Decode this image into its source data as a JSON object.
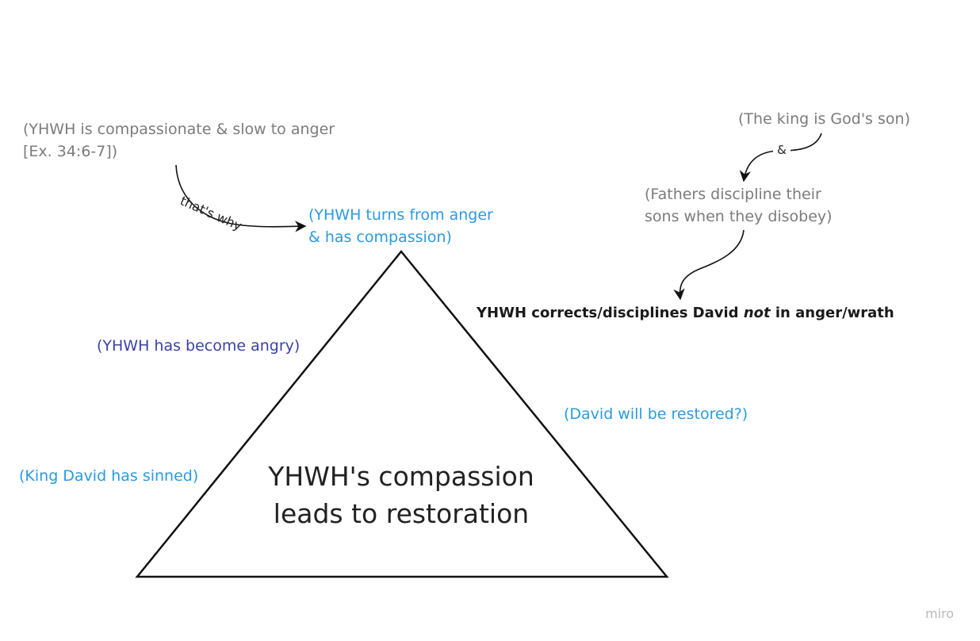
{
  "nodes": {
    "compassionate_line1": "(YHWH is compassionate & slow to anger",
    "compassionate_line2": "[Ex. 34:6-7])",
    "turns_line1": "(YHWH turns from anger",
    "turns_line2": "& has compassion)",
    "king_son": "(The king is God's son)",
    "fathers_line1": "(Fathers discipline their",
    "fathers_line2": "sons when they disobey)",
    "corrects_before": "YHWH corrects/disciplines David ",
    "corrects_italic": "not",
    "corrects_after": " in anger/wrath",
    "angry": "(YHWH has become angry)",
    "restored": "(David will be restored?)",
    "sinned": "(King David has sinned)",
    "center_line1": "YHWH's compassion",
    "center_line2": "leads to restoration"
  },
  "edges": {
    "thats_why": "that's why",
    "amp": "&"
  },
  "watermark": "miro"
}
